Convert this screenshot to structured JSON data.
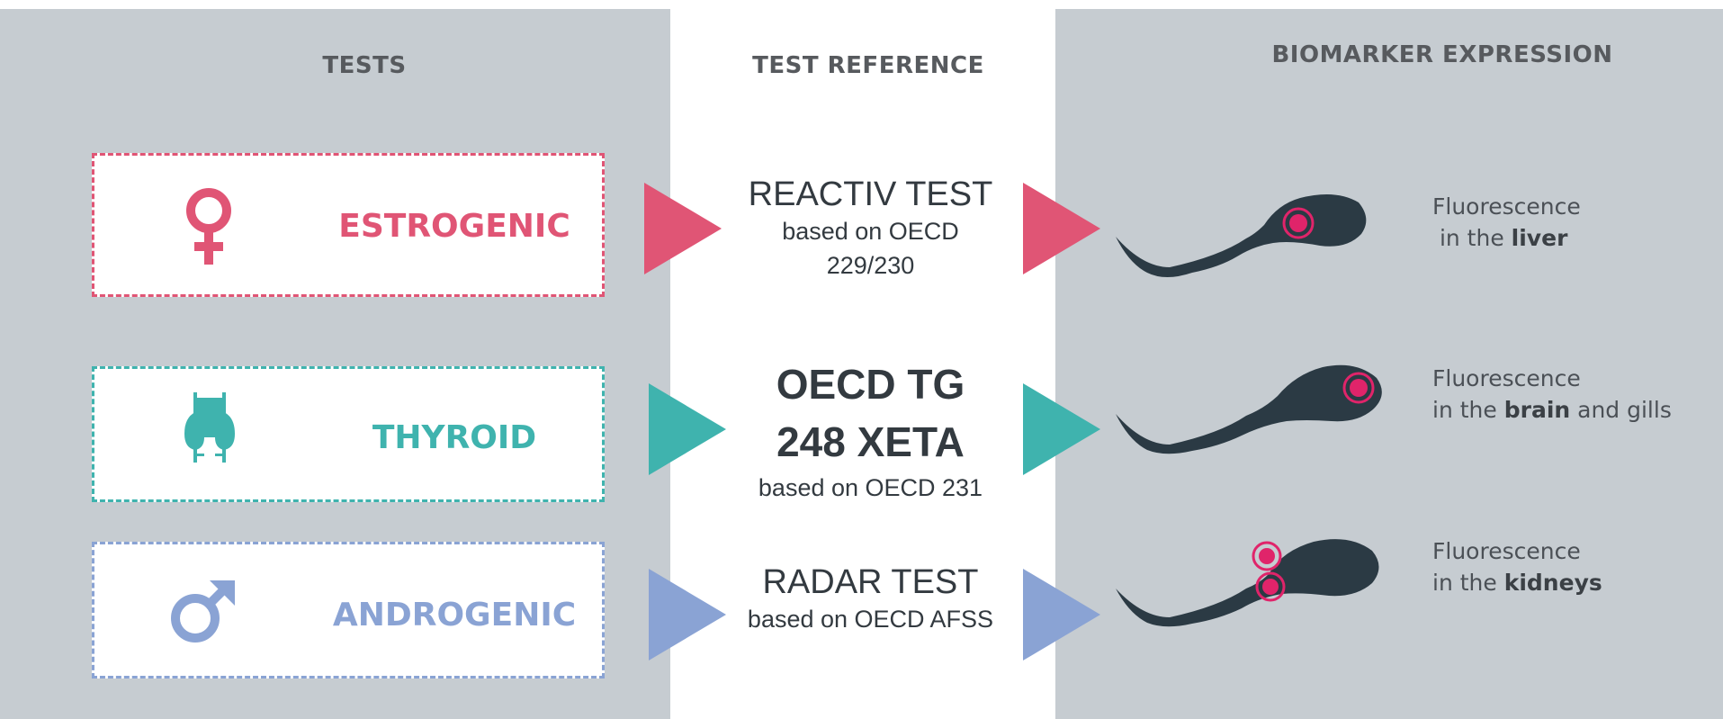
{
  "headers": {
    "tests": "TESTS",
    "reference": "TEST REFERENCE",
    "biomarker": "BIOMARKER EXPRESSION"
  },
  "rows": [
    {
      "test": "ESTROGENIC",
      "icon": "female-symbol-icon",
      "color": "#e05575",
      "reference_title": "REACTIV TEST",
      "reference_sub1": "based on OECD",
      "reference_sub2": "229/230",
      "bio_prefix": "Fluorescence",
      "bio_in": " in the ",
      "bio_organ": "liver",
      "bio_suffix": ""
    },
    {
      "test": "THYROID",
      "icon": "thyroid-icon",
      "color": "#3fb3ae",
      "reference_title1": "OECD TG",
      "reference_title2": "248 XETA",
      "reference_sub1": "based on OECD 231",
      "bio_prefix": "Fluorescence",
      "bio_in": "in the ",
      "bio_organ": "brain",
      "bio_suffix": " and gills"
    },
    {
      "test": "ANDROGENIC",
      "icon": "male-symbol-icon",
      "color": "#8aa3d4",
      "reference_title": "RADAR TEST",
      "reference_sub1": "based on OECD AFSS",
      "bio_prefix": "Fluorescence",
      "bio_in": "in the ",
      "bio_organ": "kidneys",
      "bio_suffix": ""
    }
  ],
  "colors": {
    "panel": "#c6ccd1",
    "fish": "#2b3a44",
    "marker": "#e0246a"
  }
}
